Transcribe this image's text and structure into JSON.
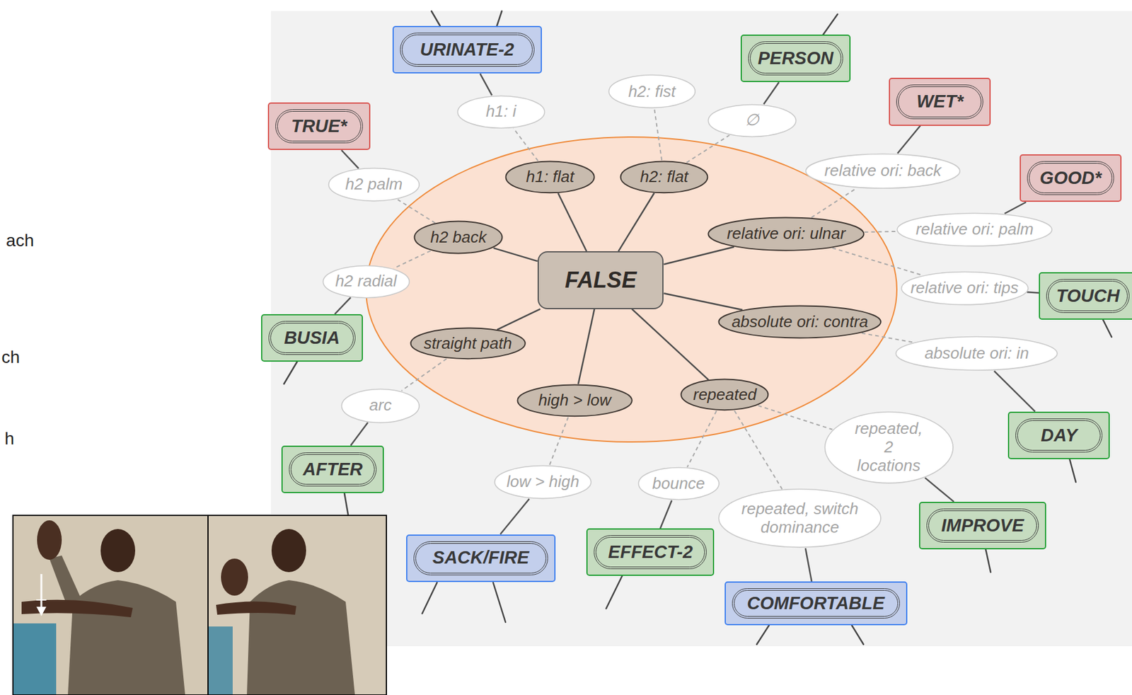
{
  "diagram": {
    "nodes": [
      {
        "text": [
          "URINATE-2"
        ]
      },
      {
        "text": [
          "PERSON"
        ]
      },
      {
        "text": [
          "h2: fist"
        ]
      },
      {
        "text": [
          "WET*"
        ]
      },
      {
        "text": [
          "h1: i"
        ]
      },
      {
        "text": [
          "∅"
        ]
      },
      {
        "text": [
          "TRUE*"
        ]
      },
      {
        "text": [
          "h1: flat"
        ]
      },
      {
        "text": [
          "h2: flat"
        ]
      },
      {
        "text": [
          "relative ori: back"
        ]
      },
      {
        "text": [
          "GOOD*"
        ]
      },
      {
        "text": [
          "h2 palm"
        ]
      },
      {
        "text": [
          "relative ori: palm"
        ]
      },
      {
        "text": [
          "h2 back"
        ]
      },
      {
        "text": [
          "relative ori: ulnar"
        ]
      },
      {
        "text": [
          "FALSE"
        ]
      },
      {
        "text": [
          "h2 radial"
        ]
      },
      {
        "text": [
          "relative ori: tips"
        ]
      },
      {
        "text": [
          "TOUCH"
        ]
      },
      {
        "text": [
          "BUSIA"
        ]
      },
      {
        "text": [
          "absolute ori: contra"
        ]
      },
      {
        "text": [
          "straight path"
        ]
      },
      {
        "text": [
          "absolute ori: in"
        ]
      },
      {
        "text": [
          "repeated"
        ]
      },
      {
        "text": [
          "high > low"
        ]
      },
      {
        "text": [
          "arc"
        ]
      },
      {
        "text": [
          "DAY"
        ]
      },
      {
        "text": [
          "repeated, 2 locations"
        ]
      },
      {
        "text": [
          "AFTER"
        ]
      },
      {
        "text": [
          "low > high"
        ]
      },
      {
        "text": [
          "bounce"
        ]
      },
      {
        "text": [
          "repeated, switch dominance"
        ]
      },
      {
        "text": [
          "IMPROVE"
        ]
      },
      {
        "text": [
          "EFFECT-2"
        ]
      },
      {
        "text": [
          "SACK/FIRE"
        ]
      },
      {
        "text": [
          "COMFORTABLE"
        ]
      }
    ],
    "edges": [
      {
        "from": 15,
        "to": 7,
        "arrow": "none"
      },
      {
        "from": 15,
        "to": 8,
        "arrow": "none"
      },
      {
        "from": 15,
        "to": 13,
        "arrow": "none"
      },
      {
        "from": 15,
        "to": 14,
        "arrow": "none"
      },
      {
        "from": 15,
        "to": 20,
        "arrow": "none"
      },
      {
        "from": 15,
        "to": 21,
        "arrow": "none"
      },
      {
        "from": 15,
        "to": 24,
        "arrow": "none"
      },
      {
        "from": 15,
        "to": 23,
        "arrow": "none"
      },
      {
        "from": 7,
        "to": 4,
        "arrow": "none"
      },
      {
        "from": 8,
        "to": 2,
        "arrow": "none"
      },
      {
        "from": 8,
        "to": 5,
        "arrow": "none"
      },
      {
        "from": 13,
        "to": 11,
        "arrow": "none"
      },
      {
        "from": 13,
        "to": 16,
        "arrow": "none"
      },
      {
        "from": 14,
        "to": 9,
        "arrow": "none"
      },
      {
        "from": 14,
        "to": 12,
        "arrow": "none"
      },
      {
        "from": 14,
        "to": 17,
        "arrow": "none"
      },
      {
        "from": 20,
        "to": 22,
        "arrow": "none"
      },
      {
        "from": 21,
        "to": 25,
        "arrow": "none"
      },
      {
        "from": 24,
        "to": 29,
        "arrow": "none"
      },
      {
        "from": 23,
        "to": 30,
        "arrow": "none"
      },
      {
        "from": 23,
        "to": 27,
        "arrow": "none"
      },
      {
        "from": 23,
        "to": 31,
        "arrow": "none"
      },
      {
        "from": 4,
        "to": 0,
        "arrow": "none"
      },
      {
        "from": 5,
        "to": 1,
        "arrow": "none"
      },
      {
        "from": 11,
        "to": 6,
        "arrow": "none"
      },
      {
        "from": 9,
        "to": 3,
        "arrow": "none"
      },
      {
        "from": 12,
        "to": 10,
        "arrow": "none"
      },
      {
        "from": 16,
        "to": 19,
        "arrow": "none"
      },
      {
        "from": 17,
        "to": 18,
        "arrow": "none"
      },
      {
        "from": 22,
        "to": 26,
        "arrow": "none"
      },
      {
        "from": 25,
        "to": 28,
        "arrow": "none"
      },
      {
        "from": 29,
        "to": 34,
        "arrow": "none"
      },
      {
        "from": 30,
        "to": 33,
        "arrow": "none"
      },
      {
        "from": 27,
        "to": 32,
        "arrow": "none"
      },
      {
        "from": 31,
        "to": 35,
        "arrow": "none"
      }
    ],
    "labels": [
      "ach",
      "ch",
      "h"
    ]
  }
}
